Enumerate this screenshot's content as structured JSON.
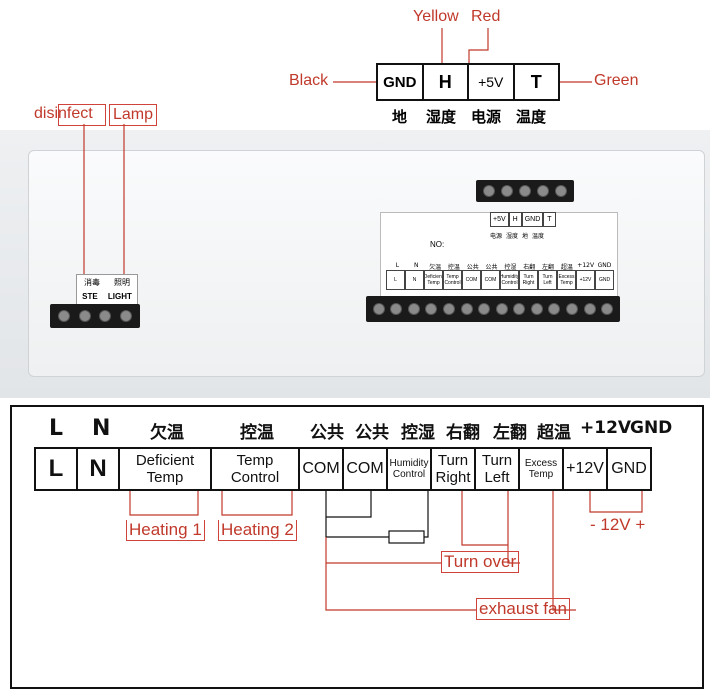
{
  "top_strip": {
    "wire_colors": {
      "black": "Black",
      "yellow": "Yellow",
      "red": "Red",
      "green": "Green"
    },
    "cells": [
      "GND",
      "H",
      "+5V",
      "T"
    ],
    "cn_labels": [
      "地",
      "湿度",
      "电源",
      "温度"
    ]
  },
  "photo": {
    "left_tags": {
      "disinfect": "disinfect",
      "lamp": "Lamp"
    },
    "left_terminal": {
      "cn": [
        "消毒",
        "照明"
      ],
      "en": [
        "STE",
        "LIGHT"
      ]
    },
    "small_card": {
      "cells": [
        "+5V",
        "H",
        "GND",
        "T"
      ],
      "cn": [
        "电源",
        "湿度",
        "地",
        "温度"
      ]
    },
    "card_no": "NO:",
    "card_cn": [
      "L",
      "N",
      "欠温",
      "控温",
      "公共",
      "公共",
      "控湿",
      "右翻",
      "左翻",
      "超温",
      "+12V",
      "GND"
    ],
    "card_cells": [
      "L",
      "N",
      "Deficient Temp",
      "Temp Control",
      "COM",
      "COM",
      "Humidity Control",
      "Turn Right",
      "Turn Left",
      "Excess Temp",
      "+12V",
      "GND"
    ]
  },
  "diagram": {
    "top_labels": [
      "L",
      "N",
      "欠温",
      "控温",
      "公共",
      "公共",
      "控湿",
      "右翻",
      "左翻",
      "超温",
      "+12V",
      "GND"
    ],
    "cells": [
      {
        "l1": "L",
        "l2": ""
      },
      {
        "l1": "N",
        "l2": ""
      },
      {
        "l1": "Deficient",
        "l2": "Temp"
      },
      {
        "l1": "Temp",
        "l2": "Control"
      },
      {
        "l1": "COM",
        "l2": ""
      },
      {
        "l1": "COM",
        "l2": ""
      },
      {
        "l1": "Humidity",
        "l2": "Control"
      },
      {
        "l1": "Turn",
        "l2": "Right"
      },
      {
        "l1": "Turn",
        "l2": "Left"
      },
      {
        "l1": "Excess",
        "l2": "Temp"
      },
      {
        "l1": "+12V",
        "l2": ""
      },
      {
        "l1": "GND",
        "l2": ""
      }
    ],
    "tags": {
      "heating1": "Heating 1",
      "heating2": "Heating 2",
      "turn_over": "Turn over",
      "exhaust_fan": "exhaust fan",
      "power": "- 12V +"
    }
  },
  "colors": {
    "annotation_red": "#c0392b",
    "line_black": "#111111"
  }
}
